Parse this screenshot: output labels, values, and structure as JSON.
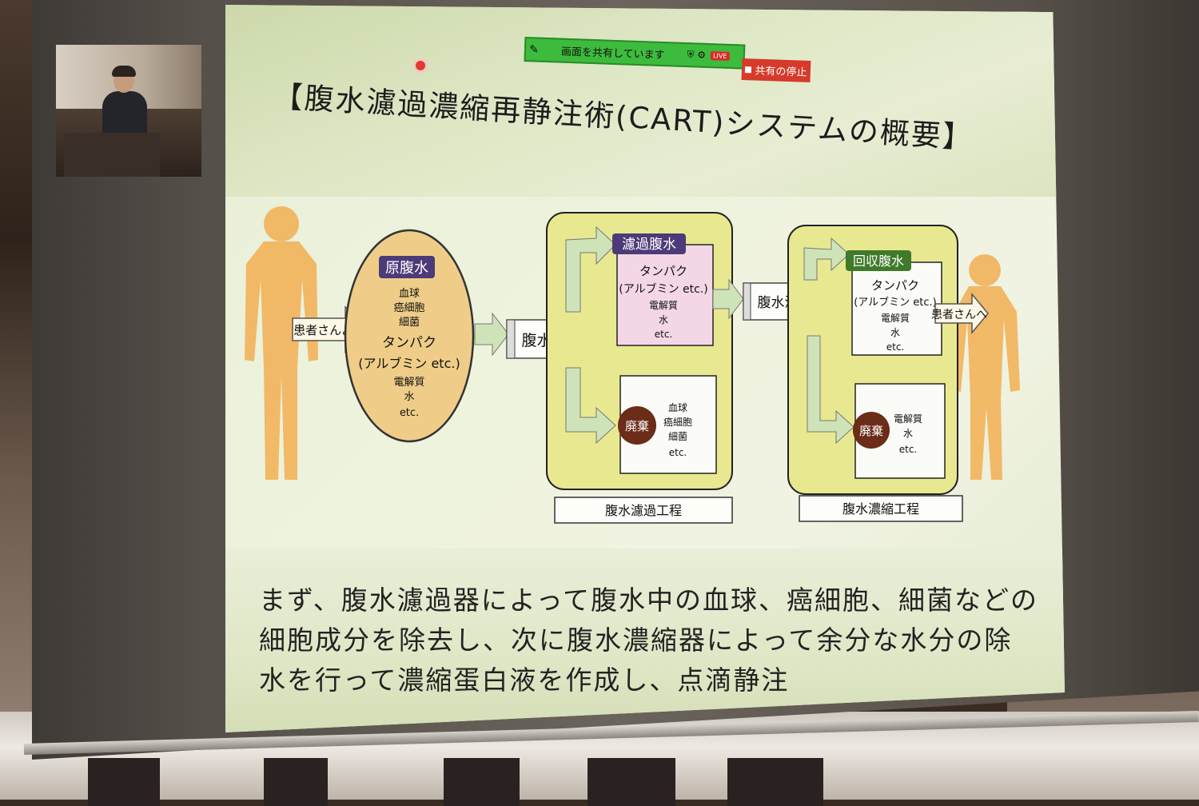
{
  "share_bar": {
    "text": "画面を共有しています",
    "live": "LIVE",
    "stop_label": "共有の停止"
  },
  "slide": {
    "title": "【腹水濾過濃縮再静注術(CART)システムの概要】",
    "body_lines": [
      "まず、腹水濾過器によって腹水中の血球、癌細胞、細菌などの",
      "細胞成分を除去し、次に腹水濃縮器によって余分な水分の除",
      "水を行って濃縮蛋白液を作成し、点滴静注"
    ]
  },
  "diagram": {
    "from_patient": "患者さんより",
    "to_patient": "患者さんへ",
    "raw_ascites": {
      "label": "原腹水",
      "items": [
        "血球",
        "癌細胞",
        "細菌",
        "タンパク",
        "(アルブミン etc.)",
        "電解質",
        "水",
        "etc."
      ]
    },
    "filter": "腹水濾過器",
    "filtered": {
      "label": "濾過腹水",
      "items": [
        "タンパク",
        "(アルブミン etc.)",
        "電解質",
        "水",
        "etc."
      ]
    },
    "filter_waste": {
      "label": "廃棄",
      "items": [
        "血球",
        "癌細胞",
        "細菌",
        "etc."
      ]
    },
    "filtration_step": "腹水濾過工程",
    "concentrator": "腹水濃縮器",
    "recovered": {
      "label": "回収腹水",
      "items": [
        "タンパク",
        "(アルブミン etc.)",
        "電解質",
        "水",
        "etc."
      ]
    },
    "concentrate_waste": {
      "label": "廃棄",
      "items": [
        "電解質",
        "水",
        "etc."
      ]
    },
    "concentration_step": "腹水濃縮工程"
  }
}
